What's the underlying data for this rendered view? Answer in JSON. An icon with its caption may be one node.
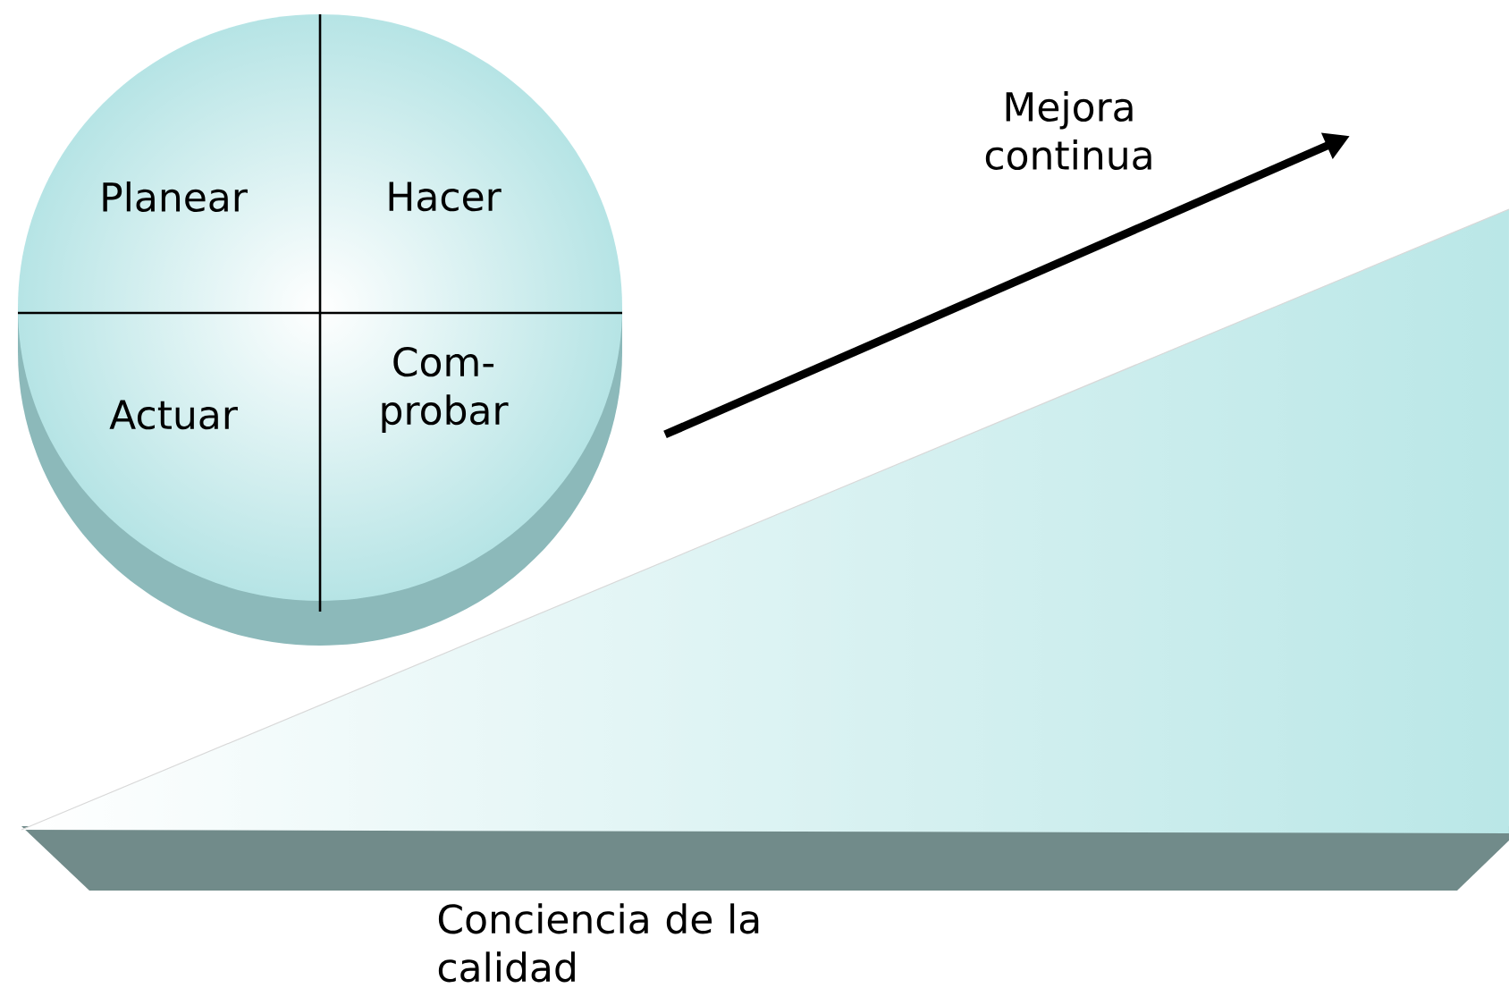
{
  "diagram": {
    "nodes": [
      {
        "text": [],
        "shape": "circle"
      },
      {
        "text": [
          "Planear"
        ],
        "in": 0
      },
      {
        "text": [
          "Hacer"
        ],
        "in": 0
      },
      {
        "text": [
          "Actuar"
        ],
        "in": 0
      },
      {
        "text": [
          "Com- probar"
        ],
        "in": 0
      }
    ],
    "labels": [
      "Mejora continua",
      "Conciencia de la calidad"
    ]
  }
}
